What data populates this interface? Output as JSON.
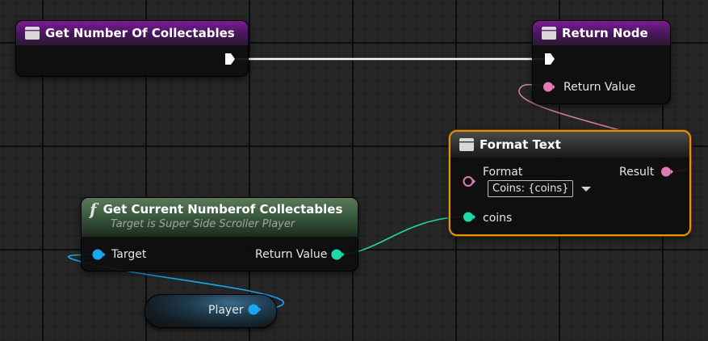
{
  "nodes": {
    "event": {
      "title": "Get Number Of Collectables"
    },
    "return": {
      "title": "Return Node",
      "return_value_label": "Return Value"
    },
    "format": {
      "title": "Format Text",
      "format_label": "Format",
      "format_value": "Coins: {coins}",
      "result_label": "Result",
      "coins_label": "coins"
    },
    "getter": {
      "title": "Get Current Numberof Collectables",
      "subtitle": "Target is Super Side Scroller Player",
      "target_label": "Target",
      "return_value_label": "Return Value",
      "function_glyph": "f"
    },
    "player": {
      "label": "Player"
    }
  },
  "colors": {
    "exec_wire": "#ffffff",
    "text_pin": "#e07ab0",
    "int_pin": "#1ed9a8",
    "object_pin": "#17a8f0",
    "selection": "#e8900a",
    "header_event": "#6a1d80",
    "header_func": "#3a5a3e"
  },
  "icons": {
    "node_icon": "node-frame-icon",
    "exec_pin": "exec-arrow-icon",
    "data_pin": "circle-pin-icon",
    "combo_arrow": "chevron-down-icon",
    "function": "function-f-icon"
  }
}
